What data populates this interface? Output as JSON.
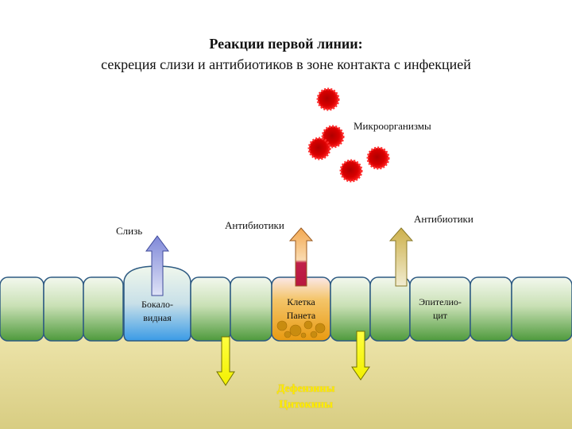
{
  "title": {
    "line1": "Реакции первой линии:",
    "line2": "секреция слизи и антибиотиков в зоне контакта с инфекцией"
  },
  "labels": {
    "microorganisms": "Микроорганизмы",
    "mucus": "Слизь",
    "antibiotics_left": "Антибиотики",
    "antibiotics_right": "Антибиотики",
    "goblet_line1": "Бокало-",
    "goblet_line2": "видная",
    "paneth_line1": "Клетка",
    "paneth_line2": "Панета",
    "epithelial_line1": "Эпителио-",
    "epithelial_line2": "цит",
    "secreted_line1": "Дефензины",
    "secreted_line2": "Цитокины"
  },
  "colors": {
    "microbe": "#cc0000",
    "tissue": "#e6dc96",
    "cell_outline": "#2d5a82",
    "goblet_fill": "#4fa8e8",
    "paneth_fill": "#f0a81e",
    "down_arrow": "#ffff00"
  }
}
